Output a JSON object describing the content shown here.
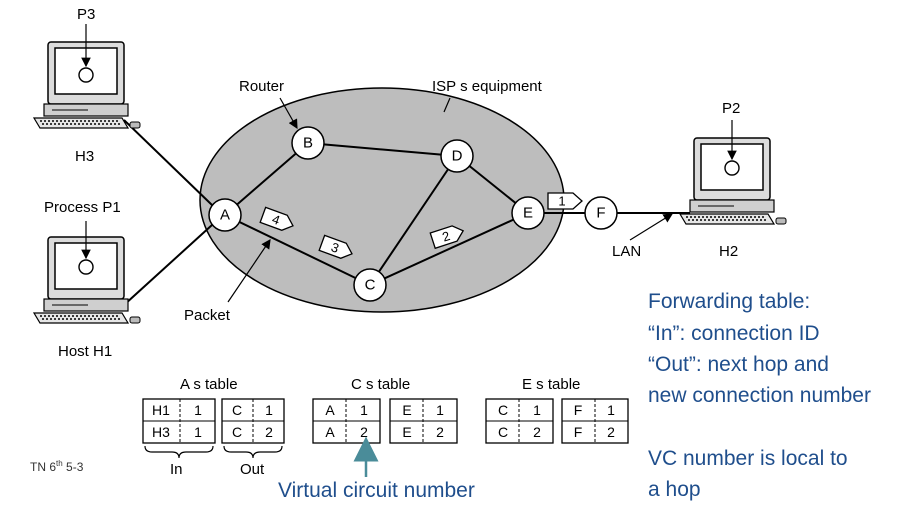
{
  "labels": {
    "router": "Router",
    "isp": "ISP s equipment",
    "packet": "Packet",
    "lan": "LAN"
  },
  "hosts": {
    "h3": {
      "name": "H3",
      "process": "P3"
    },
    "h1": {
      "name": "Host H1",
      "process": "Process P1"
    },
    "h2": {
      "name": "H2",
      "process": "P2"
    }
  },
  "nodes": {
    "a": "A",
    "b": "B",
    "c": "C",
    "d": "D",
    "e": "E",
    "f": "F"
  },
  "packets": [
    "1",
    "2",
    "3",
    "4"
  ],
  "tables": {
    "a": {
      "title": "A s table",
      "in": [
        [
          "H1",
          "1"
        ],
        [
          "H3",
          "1"
        ]
      ],
      "out": [
        [
          "C",
          "1"
        ],
        [
          "C",
          "2"
        ]
      ],
      "in_label": "In",
      "out_label": "Out"
    },
    "c": {
      "title": "C s table",
      "in": [
        [
          "A",
          "1"
        ],
        [
          "A",
          "2"
        ]
      ],
      "out": [
        [
          "E",
          "1"
        ],
        [
          "E",
          "2"
        ]
      ]
    },
    "e": {
      "title": "E s table",
      "in": [
        [
          "C",
          "1"
        ],
        [
          "C",
          "2"
        ]
      ],
      "out": [
        [
          "F",
          "1"
        ],
        [
          "F",
          "2"
        ]
      ]
    }
  },
  "caption": {
    "text": "TN 6",
    "sup": "th",
    "rest": " 5-3"
  },
  "vc_label": "Virtual circuit number",
  "notes": {
    "line1": "Forwarding table:",
    "line2": "“In”: connection ID",
    "line3": "“Out”: next hop and",
    "line4": "new connection number",
    "line5": "VC number is local to",
    "line6": "a hop"
  },
  "colors": {
    "cloud": "#bdbdbd",
    "text_blue": "#1f4e8c",
    "arrow_teal": "#4a8c99"
  }
}
